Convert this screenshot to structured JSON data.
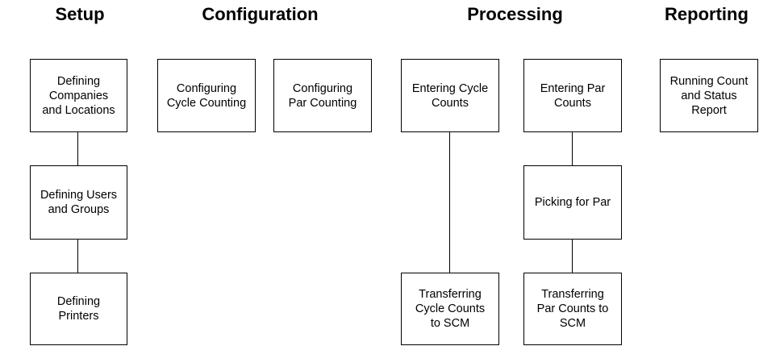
{
  "columns": {
    "setup": {
      "heading": "Setup",
      "boxes": [
        "Defining\nCompanies\nand Locations",
        "Defining Users\nand Groups",
        "Defining\nPrinters"
      ]
    },
    "configuration": {
      "heading": "Configuration",
      "boxes": [
        "Configuring\nCycle Counting",
        "Configuring\nPar Counting"
      ]
    },
    "processing": {
      "heading": "Processing",
      "boxes": [
        "Entering Cycle\nCounts",
        "Transferring\nCycle Counts\nto SCM",
        "Entering Par\nCounts",
        "Picking for Par",
        "Transferring\nPar Counts to\nSCM"
      ]
    },
    "reporting": {
      "heading": "Reporting",
      "boxes": [
        "Running Count\nand Status\nReport"
      ]
    }
  }
}
